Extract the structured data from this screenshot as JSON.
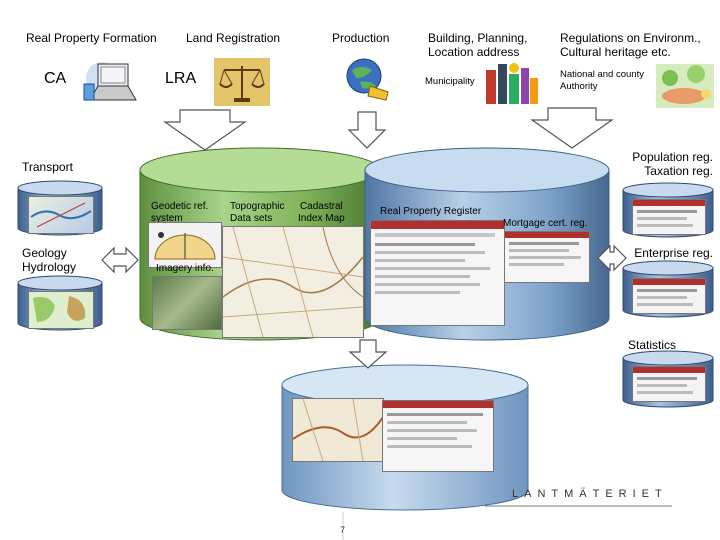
{
  "headers": {
    "real_property_formation": "Real Property Formation",
    "land_registration": "Land Registration",
    "production": "Production",
    "building_planning": "Building, Planning,\nLocation address",
    "regulations": "Regulations on Environm.,\nCultural heritage etc."
  },
  "labels": {
    "ca": "CA",
    "lra": "LRA",
    "municipality": "Municipality",
    "national_authority": "National and county\nAuthority",
    "transport": "Transport",
    "geology": "Geology\nHydrology",
    "population": "Population reg.\nTaxation reg.",
    "enterprise": "Enterprise reg.",
    "statistics": "Statistics",
    "geodetic": "Geodetic ref.\nsystem",
    "topographic": "Topographic\nData sets",
    "cadastral": "Cadastral\nIndex Map",
    "imagery": "Imagery info.",
    "real_property_register": "Real Property Register",
    "mortgage": "Mortgage cert. reg.",
    "logo": "LANTMÄTERIET",
    "page_number": "7"
  },
  "icons": [
    "laptop-icon",
    "scales-icon",
    "globe-hand-icon",
    "city-collage-icon",
    "nature-photo-icon"
  ],
  "colors": {
    "green_cylinder": "#8fbf6a",
    "blue_cylinder": "#8fb4d6",
    "db_blue": "#5b7fb0",
    "arrow_fill": "#ffffff"
  }
}
